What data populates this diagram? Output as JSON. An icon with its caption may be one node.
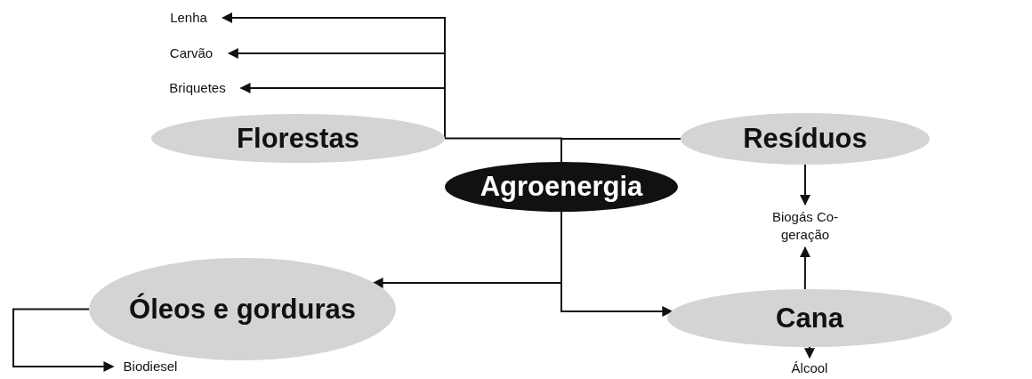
{
  "diagram": {
    "nodes": [
      {
        "text": [
          "Agroenergia"
        ]
      },
      {
        "text": [
          "Florestas"
        ]
      },
      {
        "text": [
          "Resíduos"
        ]
      },
      {
        "text": [
          "Óleos e gorduras"
        ]
      },
      {
        "text": [
          "Cana"
        ]
      },
      {
        "text": [
          "Lenha"
        ]
      },
      {
        "text": [
          "Carvão"
        ]
      },
      {
        "text": [
          "Briquetes"
        ]
      },
      {
        "text": [
          "Biogás Co-geração"
        ]
      },
      {
        "text": [
          "Biodiesel"
        ]
      },
      {
        "text": [
          "Álcool"
        ]
      }
    ],
    "edges": [
      {
        "from": 0,
        "to": 1,
        "arrow": "none"
      },
      {
        "from": 0,
        "to": 2,
        "arrow": "none"
      },
      {
        "from": 1,
        "to": 5,
        "arrow": "to"
      },
      {
        "from": 1,
        "to": 6,
        "arrow": "to"
      },
      {
        "from": 1,
        "to": 7,
        "arrow": "to"
      },
      {
        "from": 0,
        "to": 3,
        "arrow": "to"
      },
      {
        "from": 0,
        "to": 4,
        "arrow": "to"
      },
      {
        "from": 3,
        "to": 9,
        "arrow": "to"
      },
      {
        "from": 2,
        "to": 8,
        "arrow": "to"
      },
      {
        "from": 4,
        "to": 8,
        "arrow": "to"
      },
      {
        "from": 4,
        "to": 10,
        "arrow": "to"
      }
    ]
  }
}
